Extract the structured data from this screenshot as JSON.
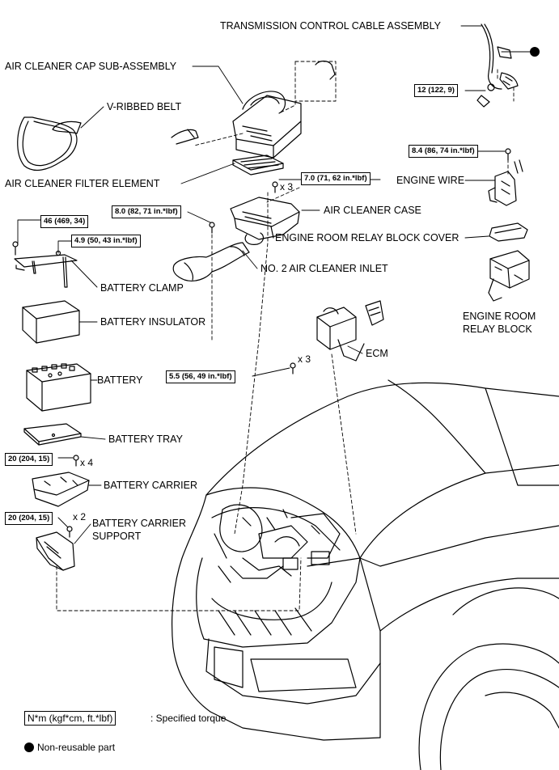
{
  "labels": {
    "transmission_cable": "TRANSMISSION CONTROL CABLE ASSEMBLY",
    "air_cleaner_cap": "AIR CLEANER CAP SUB-ASSEMBLY",
    "v_ribbed_belt": "V-RIBBED BELT",
    "air_cleaner_filter": "AIR CLEANER FILTER ELEMENT",
    "air_cleaner_case": "AIR CLEANER CASE",
    "engine_wire": "ENGINE WIRE",
    "relay_block_cover": "ENGINE ROOM RELAY BLOCK COVER",
    "no2_inlet": "NO. 2 AIR CLEANER INLET",
    "battery_clamp": "BATTERY CLAMP",
    "relay_block_line1": "ENGINE ROOM",
    "relay_block_line2": "RELAY BLOCK",
    "battery_insulator": "BATTERY INSULATOR",
    "ecm": "ECM",
    "battery": "BATTERY",
    "battery_tray": "BATTERY TRAY",
    "battery_carrier": "BATTERY CARRIER",
    "battery_carrier_support_line1": "BATTERY CARRIER",
    "battery_carrier_support_line2": "SUPPORT"
  },
  "torques": {
    "t_cable_nut": "12 (122, 9)",
    "t_engine_wire": "8.4 (86, 74 in.*lbf)",
    "t_case_bolt": "7.0 (71, 62 in.*lbf)",
    "t_inlet": "8.0 (82, 71 in.*lbf)",
    "t_clamp_bolt": "46 (469, 34)",
    "t_clamp_nut": "4.9 (50, 43 in.*lbf)",
    "t_ecm": "5.5 (56, 49 in.*lbf)",
    "t_carrier": "20 (204, 15)",
    "t_carrier_support": "20 (204, 15)"
  },
  "multipliers": {
    "case": "x 3",
    "ecm": "x 3",
    "carrier": "x 4",
    "carrier_support": "x 2"
  },
  "legend": {
    "torque_box": "N*m (kgf*cm, ft.*lbf)",
    "torque_text": ": Specified torque",
    "nonreusable_text": "Non-reusable part"
  }
}
